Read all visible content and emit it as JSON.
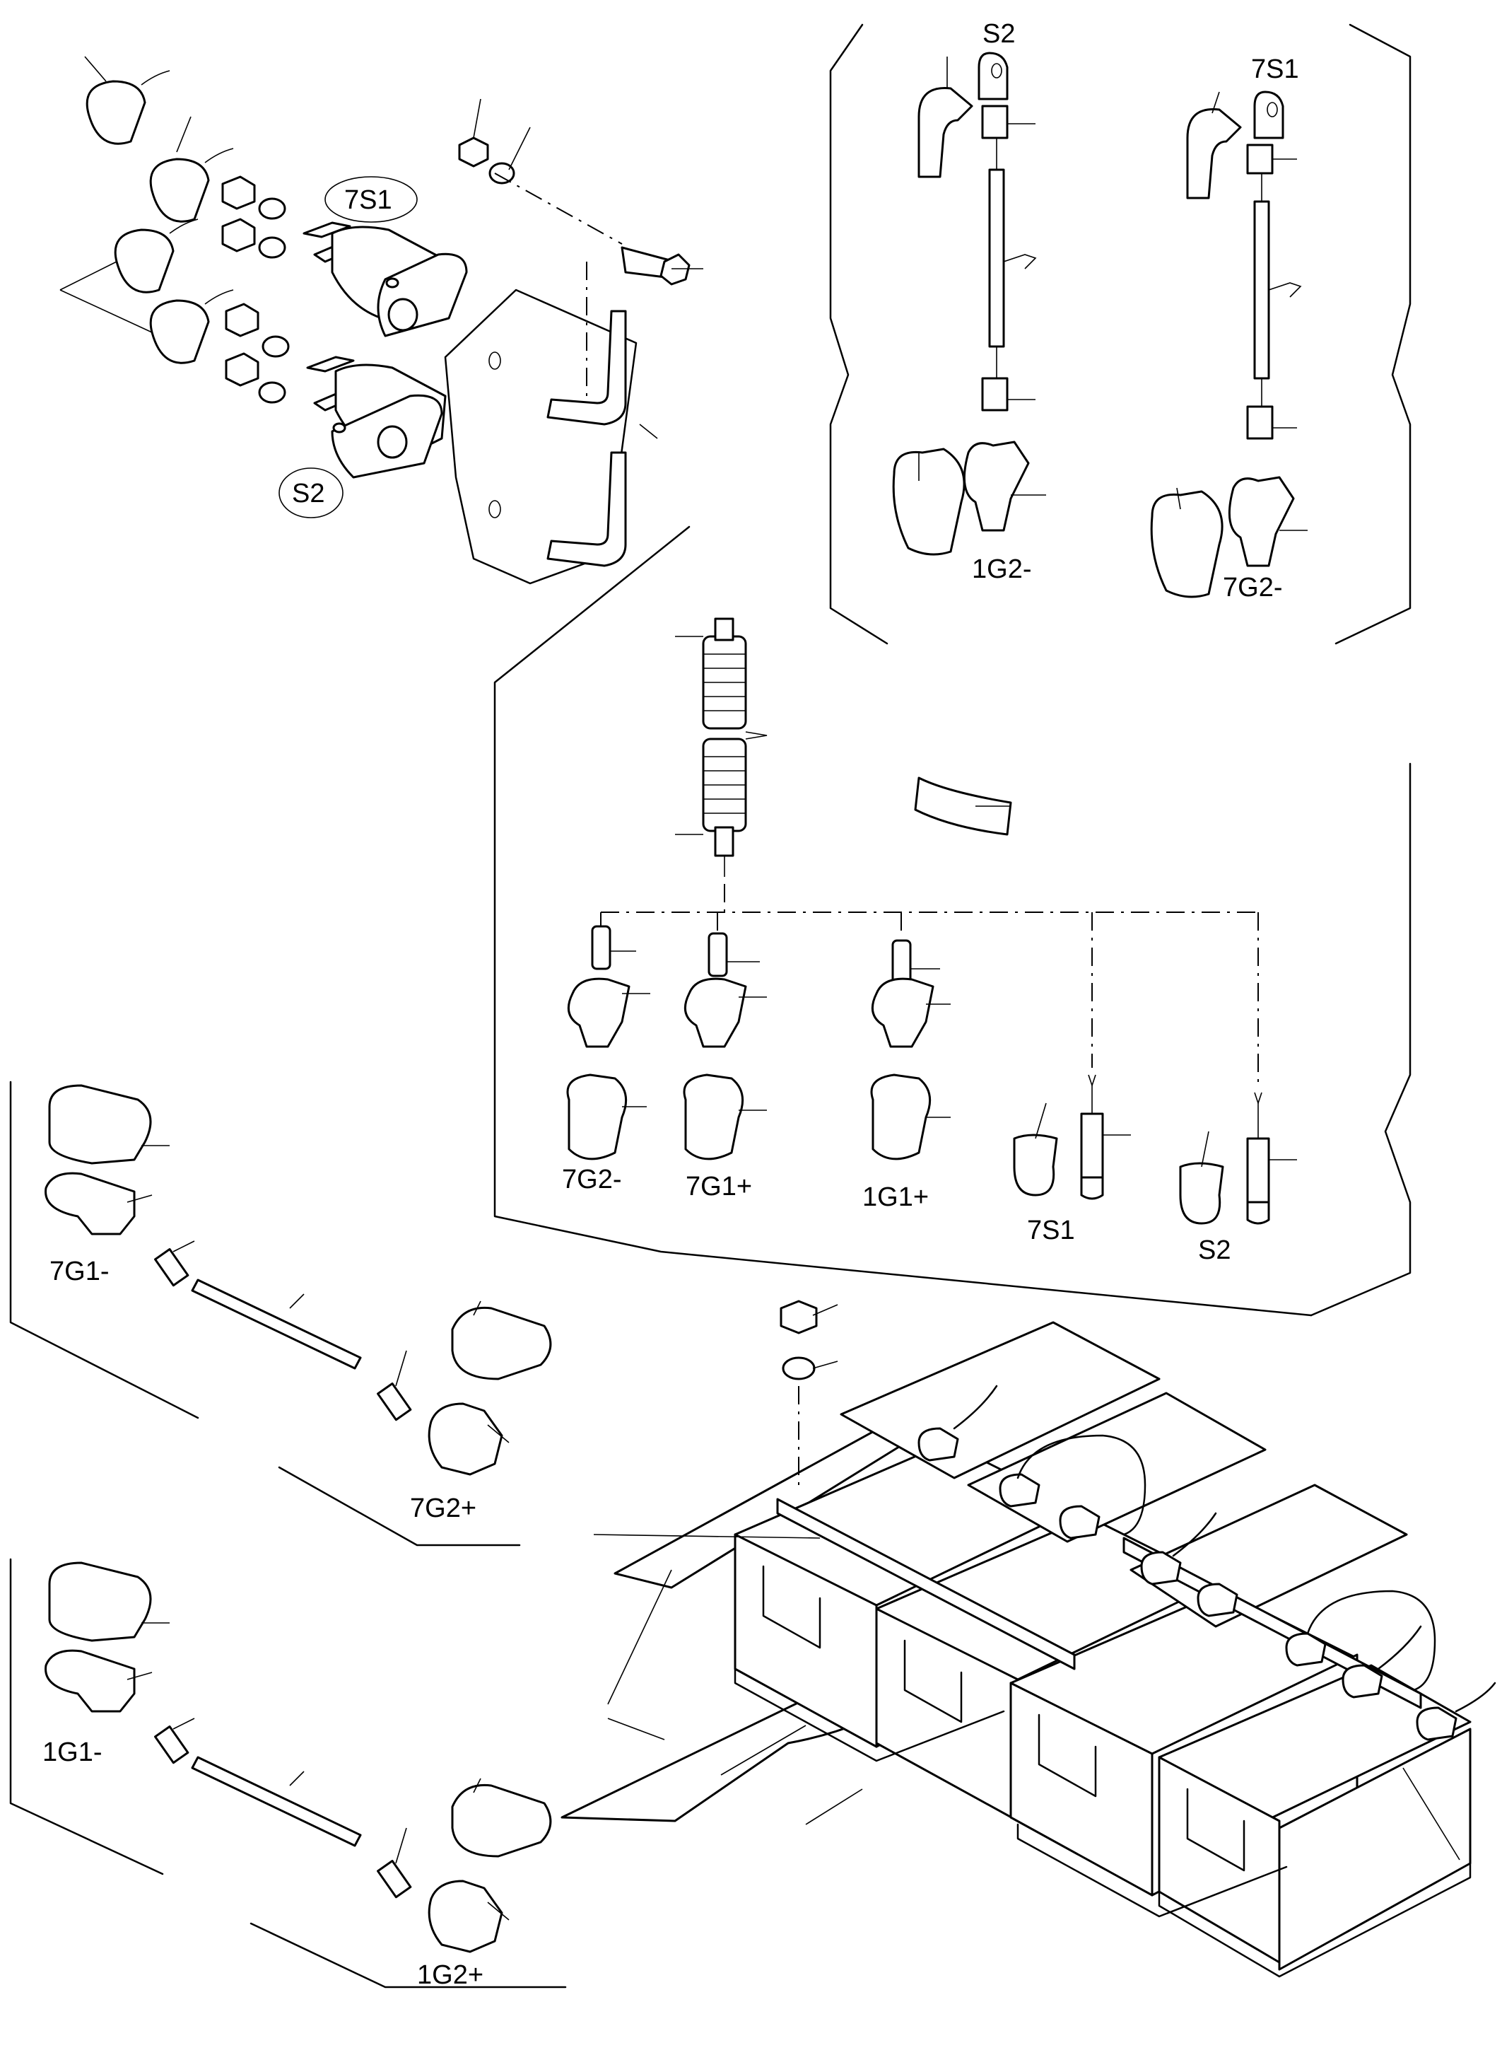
{
  "labels": {
    "top_left_7s1": "7S1",
    "top_left_s2": "S2",
    "top_right_s2": "S2",
    "top_right_7s1": "7S1",
    "top_right_1g2minus": "1G2-",
    "top_right_7g2minus": "7G2-",
    "mid_7g2minus": "7G2-",
    "mid_7g1plus": "7G1+",
    "mid_1g1plus": "1G1+",
    "mid_7s1": "7S1",
    "mid_s2": "S2",
    "left_7g1minus": "7G1-",
    "left_7g2plus": "7G2+",
    "left_1g1minus": "1G1-",
    "left_1g2plus": "1G2+"
  }
}
